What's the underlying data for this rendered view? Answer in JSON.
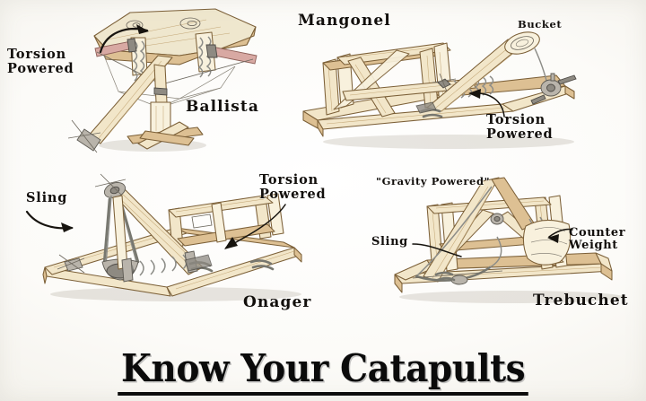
{
  "poster": {
    "title": "Know Your Catapults",
    "background_color": "#fdfdfb",
    "ink_color": "#120f0c",
    "wood_color": "#f2e6c9",
    "wood_shadow_color": "#ddc093",
    "wood_outline_color": "#7c6038"
  },
  "machines": [
    {
      "id": "ballista",
      "name": "Ballista",
      "power_label": "Torsion\nPowered",
      "quadrant": "top-left"
    },
    {
      "id": "mangonel",
      "name": "Mangonel",
      "power_label": "Torsion\nPowered",
      "part_label": "Bucket",
      "quadrant": "top-right"
    },
    {
      "id": "onager",
      "name": "Onager",
      "power_label": "Torsion\nPowered",
      "part_label": "Sling",
      "quadrant": "bottom-left"
    },
    {
      "id": "trebuchet",
      "name": "Trebuchet",
      "power_label": "\"Gravity Powered\"",
      "part_label": "Sling",
      "part_label_2": "Counter\nWeight",
      "quadrant": "bottom-right"
    }
  ],
  "labels": {
    "ballista_torsion": "Torsion\nPowered",
    "ballista_name": "Ballista",
    "mangonel_name": "Mangonel",
    "mangonel_bucket": "Bucket",
    "mangonel_torsion": "Torsion\nPowered",
    "onager_sling": "Sling",
    "onager_torsion": "Torsion\nPowered",
    "onager_name": "Onager",
    "trebuchet_gravity": "\"Gravity Powered\"",
    "trebuchet_sling": "Sling",
    "trebuchet_counterweight": "Counter\nWeight",
    "trebuchet_name": "Trebuchet"
  }
}
